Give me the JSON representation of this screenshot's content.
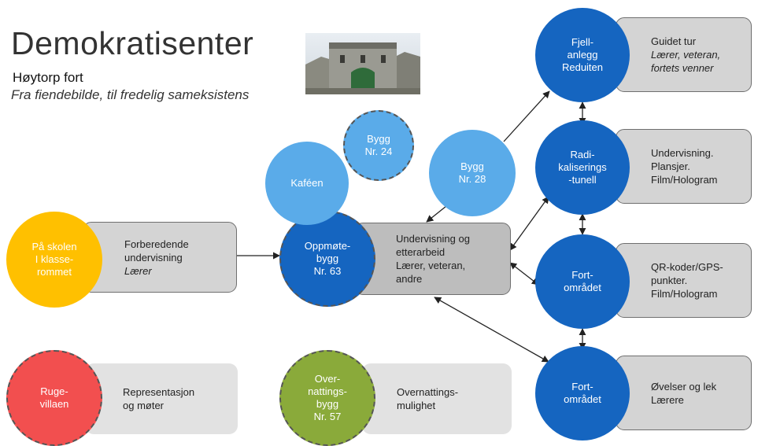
{
  "header": {
    "title": "Demokratisenter",
    "subtitle": "Høytorp fort",
    "tagline": "Fra fiendebilde, til fredelig sameksistens"
  },
  "colors": {
    "blue_dark": "#1565c0",
    "blue_light": "#5aabe9",
    "yellow": "#ffc000",
    "red": "#f24f4f",
    "green": "#8aaa3a",
    "arrow": "#222222"
  },
  "nodes": {
    "skolen": {
      "label": "På skolen\nI klasse-\nrommet",
      "text1": "Forberedende\nundervisning",
      "text2": "Lærer"
    },
    "oppmote": {
      "label": "Oppmøte-\nbygg\nNr. 63",
      "text": "Undervisning  og\netterarbeid\nLærer, veteran,\nandre"
    },
    "kafeen": {
      "label": "Kaféen"
    },
    "bygg24": {
      "label": "Bygg\nNr. 24"
    },
    "bygg28": {
      "label": "Bygg\nNr. 28"
    },
    "fjellanlegg": {
      "label": "Fjell-\nanlegg\nReduiten",
      "text1": "Guidet tur",
      "text2": "Lærer, veteran,\nfortets venner"
    },
    "radikalisering": {
      "label": "Radi-\nkaliserings\n-tunell",
      "text": "Undervisning.\nPlansjer.\nFilm/Hologram"
    },
    "fort1": {
      "label": "Fort-\nområdet",
      "text": "QR-koder/GPS-\npunkter.\nFilm/Hologram"
    },
    "fort2": {
      "label": "Fort-\nområdet",
      "text": "Øvelser og lek\nLærere"
    },
    "rugevillaen": {
      "label": "Ruge-\nvillaen",
      "text": "Representasjon\nog møter"
    },
    "overnatting": {
      "label": "Over-\nnattings-\nbygg\nNr. 57",
      "text": "Overnattings-\nmulighet"
    }
  }
}
